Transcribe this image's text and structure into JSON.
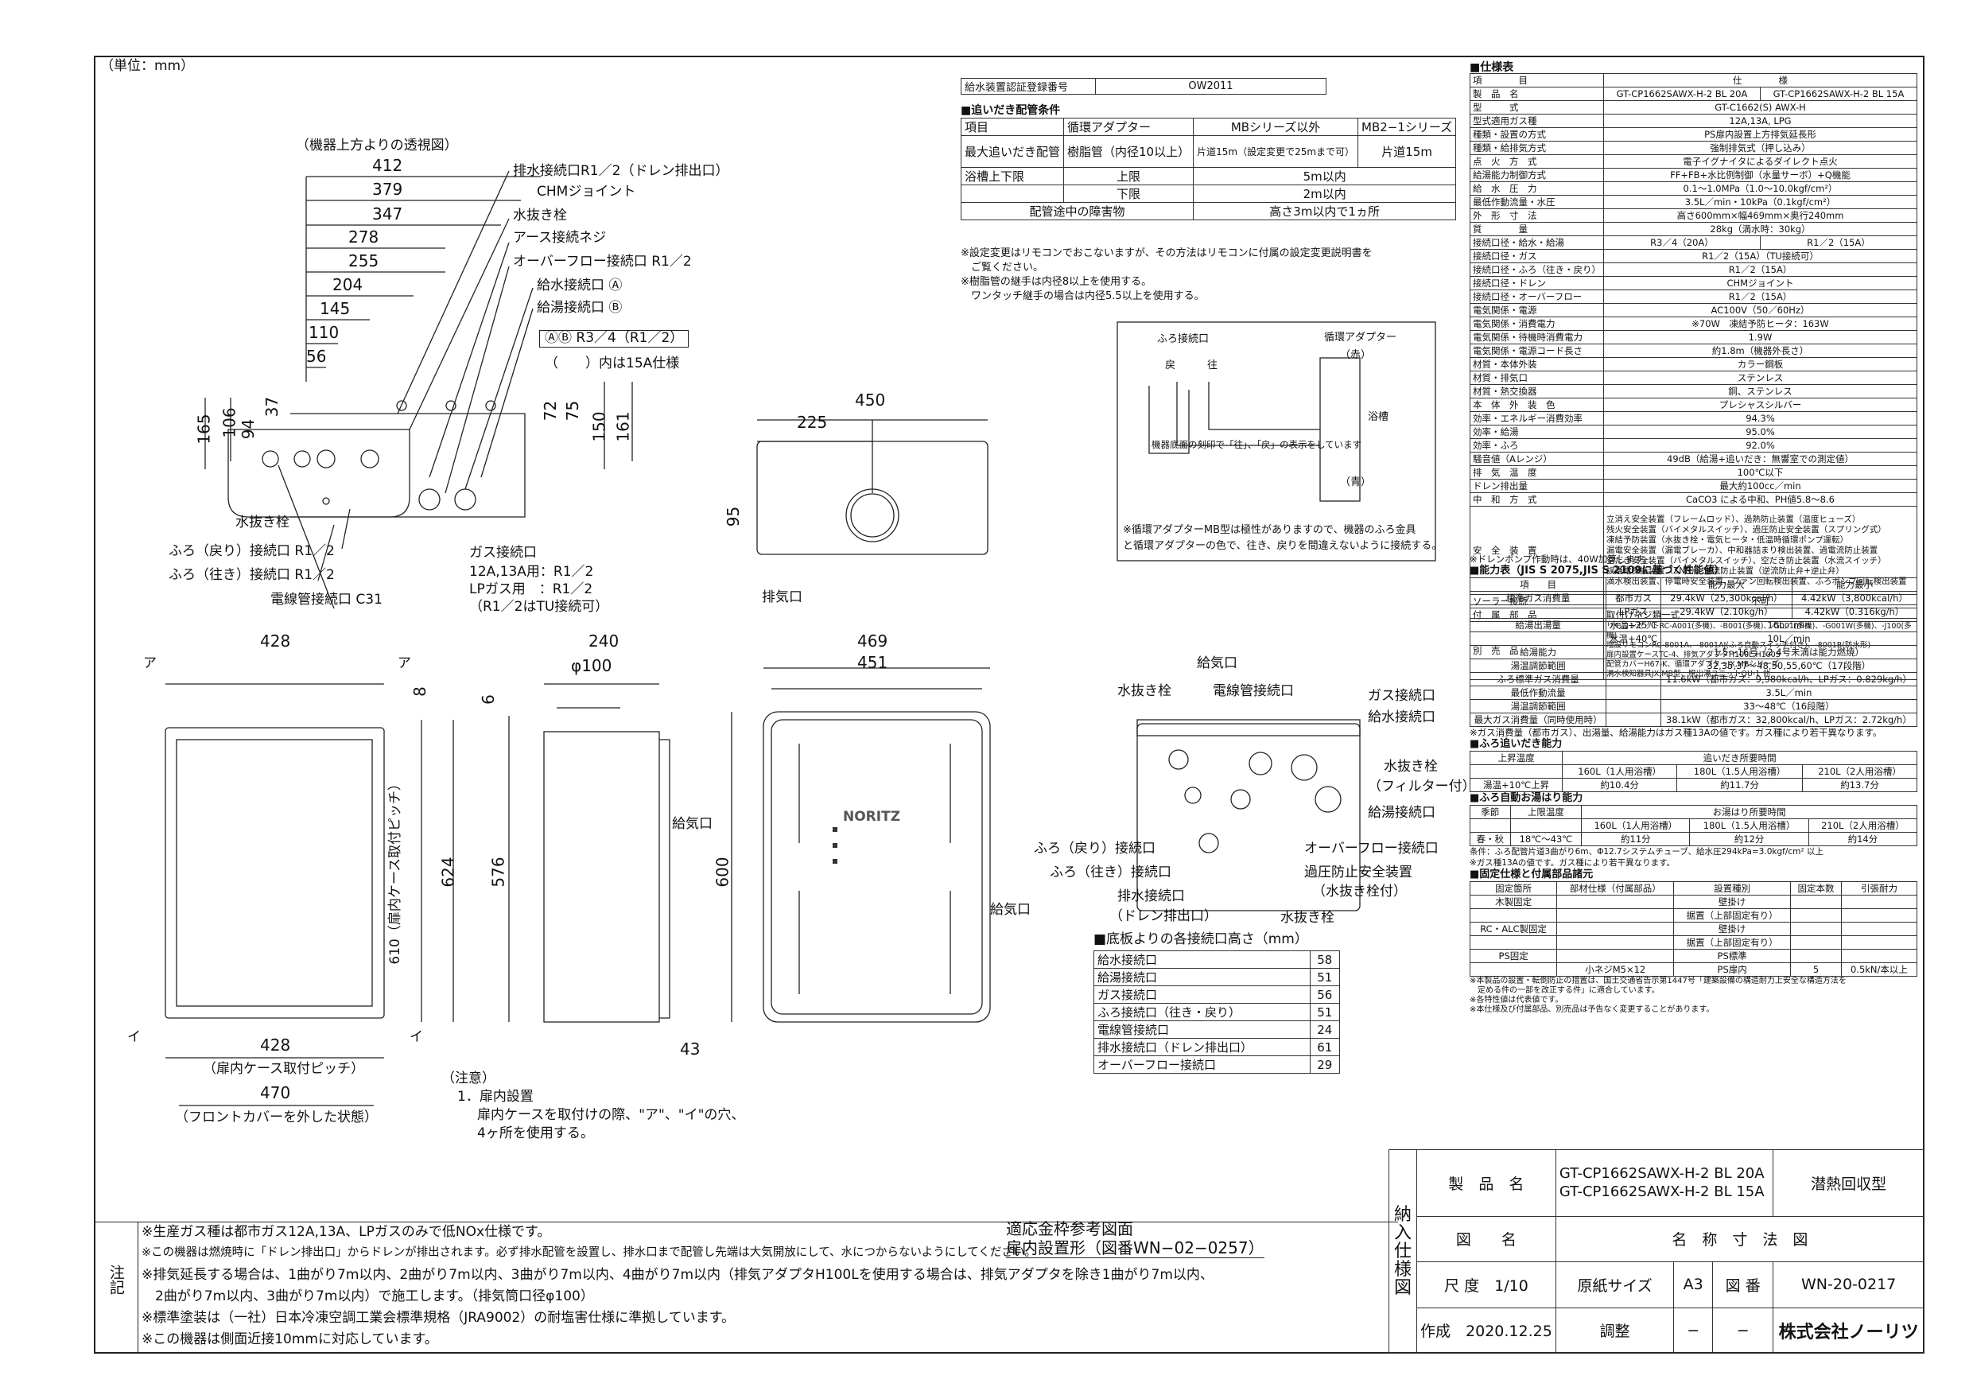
{
  "unit_label": "（単位：mm）",
  "top_view": {
    "caption": "（機器上方よりの透視図）",
    "dims_top": [
      "412",
      "379",
      "347",
      "278",
      "255",
      "204",
      "145",
      "110",
      "56"
    ],
    "dims_left": [
      "165",
      "106",
      "94",
      "37"
    ],
    "dims_right": [
      "72",
      "75",
      "150",
      "161"
    ],
    "conn_labels": [
      "排水接続口R1／2（ドレン排出口）",
      "CHMジョイント",
      "水抜き栓",
      "アース接続ネジ",
      "オーバーフロー接続口 R1／2",
      "給水接続口 Ⓐ",
      "給湯接続口 Ⓑ"
    ],
    "ab_note": "ⒶⒷ R3／4（R1／2）",
    "ab_note2": "（　　）内は15A仕様",
    "left_labels": [
      "水抜き栓",
      "ふろ（戻り）接続口 R1／2",
      "ふろ（往き）接続口 R1／2",
      "電線管接続口 C31"
    ],
    "gas_label": "ガス接続口",
    "gas_lines": [
      "12A,13A用：R1／2",
      "LPガス用　：R1／2",
      "（R1／2はTU接続可）"
    ]
  },
  "exhaust_view": {
    "dims": [
      "450",
      "225",
      "95"
    ],
    "label": "排気口"
  },
  "case_view": {
    "dims": [
      "428",
      "ア",
      "ア",
      "8",
      "624",
      "610（扉内ケース取付ピッチ）",
      "イ",
      "イ"
    ],
    "bottom_dim": "428",
    "bottom_caption": "（扉内ケース取付ピッチ）",
    "width": "470",
    "caption": "（フロントカバーを外した状態）"
  },
  "side_view": {
    "dims": [
      "240",
      "φ100",
      "6",
      "576",
      "43"
    ],
    "label": "給気口"
  },
  "front_view": {
    "dims": [
      "469",
      "451",
      "600"
    ],
    "brand": "NORITZ",
    "label": "給気口"
  },
  "bottom_view": {
    "labels_top": [
      "給気口",
      "水抜き栓",
      "電線管接続口",
      "ガス接続口",
      "給水接続口",
      "水抜き栓",
      "（フィルター付）",
      "給湯接続口"
    ],
    "labels_left": [
      "ふろ（戻り）接続口",
      "ふろ（往き）接続口",
      "排水接続口",
      "（ドレン排出口）"
    ],
    "labels_right": [
      "オーバーフロー接続口",
      "過圧防止安全装置",
      "（水抜き栓付）",
      "水抜き栓"
    ]
  },
  "heights_table": {
    "title": "■底板よりの各接続口高さ（mm）",
    "rows": [
      [
        "給水接続口",
        "58"
      ],
      [
        "給湯接続口",
        "51"
      ],
      [
        "ガス接続口",
        "56"
      ],
      [
        "ふろ接続口（往き・戻り）",
        "51"
      ],
      [
        "電線管接続口",
        "24"
      ],
      [
        "排水接続口（ドレン排出口）",
        "61"
      ],
      [
        "オーバーフロー接続口",
        "29"
      ]
    ]
  },
  "notes_mid": {
    "title": "（注意）",
    "lines": [
      "1．扉内設置",
      "扉内ケースを取付けの際、\"ア\"、\"イ\"の穴、",
      "4ヶ所を使用する。"
    ]
  },
  "approval": {
    "label": "給水装置認証登録番号",
    "value": "OW2011"
  },
  "piping": {
    "title": "■追いだき配管条件",
    "head": [
      "項目",
      "循環アダプター",
      "MBシリーズ以外",
      "MB2−1シリーズ"
    ],
    "rows": [
      [
        "最大追いだき配管",
        "樹脂管（内径10以上）",
        "片道15m（設定変更で25mまで可）",
        "片道15m"
      ],
      [
        "浴槽上下限",
        "上限",
        "5m以内",
        ""
      ],
      [
        "",
        "下限",
        "2m以内",
        ""
      ],
      [
        "配管途中の障害物",
        "",
        "高さ3m以内で1ヵ所",
        ""
      ]
    ],
    "notes": [
      "※設定変更はリモコンでおこないますが、その方法はリモコンに付属の設定変更説明書を",
      "　ご覧ください。",
      "※樹脂管の継手は内径8以上を使用する。",
      "　ワンタッチ継手の場合は内径5.5以上を使用する。"
    ]
  },
  "adapter": {
    "labels": [
      "ふろ接続口",
      "循環アダプター",
      "（赤）",
      "浴槽",
      "（青）",
      "戻",
      "往",
      "機器底面の刻印で「往」、「戻」の表示をしています"
    ],
    "note": [
      "※循環アダプターMB型は極性がありますので、機器のふろ金具",
      "と循環アダプターの色で、往き、戻りを間違えないように接続する。"
    ]
  },
  "spec": {
    "title": "■仕様表",
    "rows": [
      [
        "項　　　　目",
        "仕　　　　様",
        ""
      ],
      [
        "製　品　名",
        "GT-CP1662SAWX-H-2 BL 20A",
        "GT-CP1662SAWX-H-2 BL 15A"
      ],
      [
        "型　　　式",
        "GT-C1662(S) AWX-H",
        ""
      ],
      [
        "型式適用ガス種",
        "12A,13A, LPG",
        ""
      ],
      [
        "種類・設置の方式",
        "PS扉内設置上方排気延長形",
        ""
      ],
      [
        "種類・給排気方式",
        "強制排気式（押し込み）",
        ""
      ],
      [
        "点　火　方　式",
        "電子イグナイタによるダイレクト点火",
        ""
      ],
      [
        "給湯能力制御方式",
        "FF+FB+水比例制御（水量サーボ）+Q機能",
        ""
      ],
      [
        "給　水　圧　力",
        "0.1〜1.0MPa（1.0〜10.0kgf/cm²）",
        ""
      ],
      [
        "最低作動流量・水圧",
        "3.5L／min・10kPa（0.1kgf/cm²）",
        ""
      ],
      [
        "外　形　寸　法",
        "高さ600mm×幅469mm×奥行240mm",
        ""
      ],
      [
        "質　　　　量",
        "28kg（満水時：30kg）",
        ""
      ],
      [
        "接続口径・給水・給湯",
        "R3／4（20A）",
        "R1／2（15A）"
      ],
      [
        "接続口径・ガス",
        "R1／2（15A）（TU接続可）",
        ""
      ],
      [
        "接続口径・ふろ（往き・戻り）",
        "R1／2（15A）",
        ""
      ],
      [
        "接続口径・ドレン",
        "CHMジョイント",
        ""
      ],
      [
        "接続口径・オーバーフロー",
        "R1／2（15A）",
        ""
      ],
      [
        "電気関係・電源",
        "AC100V（50／60Hz）",
        ""
      ],
      [
        "電気関係・消費電力",
        "※70W　凍結予防ヒータ：163W",
        ""
      ],
      [
        "電気関係・待機時消費電力",
        "1.9W",
        ""
      ],
      [
        "電気関係・電源コード長さ",
        "約1.8m（機器外長さ）",
        ""
      ],
      [
        "材質・本体外装",
        "カラー鋼板",
        ""
      ],
      [
        "材質・排気口",
        "ステンレス",
        ""
      ],
      [
        "材質・熱交換器",
        "銅、ステンレス",
        ""
      ],
      [
        "本　体　外　装　色",
        "プレシャスシルバー",
        ""
      ],
      [
        "効率・エネルギー消費効率",
        "94.3%",
        ""
      ],
      [
        "効率・給湯",
        "95.0%",
        ""
      ],
      [
        "効率・ふろ",
        "92.0%",
        ""
      ],
      [
        "騒音値（Aレンジ）",
        "49dB（給湯+追いだき：無響室での測定値）",
        ""
      ],
      [
        "排　気　温　度",
        "100℃以下",
        ""
      ],
      [
        "ドレン排出量",
        "最大約100cc／min",
        ""
      ],
      [
        "中　和　方　式",
        "CaCO3 による中和、PH値5.8〜8.6",
        ""
      ]
    ],
    "safety_label": "安　全　装　置",
    "safety": [
      "立消え安全装置（フレームロッド）、過熱防止装置（温度ヒューズ）",
      "残火安全装置（バイメタルスイッチ）、過圧防止安全装置（スプリング式）",
      "凍結予防装置（水抜き栓・電気ヒータ・低温時循環ポンプ運転）",
      "漏電安全装置（漏電ブレーカ）、中和器詰まり検出装置、過電流防止装置",
      "空だき安全装置（バイメタルスイッチ）、空だき防止装置（水流スイッチ）",
      "誤通電保護装置（ZNR）、逆流防止装置（逆流防止弁+逆止弁）",
      "満水検出装置、停電時安全装置、ファン回転検出装置、ふろポンプ回転検出装置"
    ],
    "solar": [
      "ソーラー接続",
      "不可"
    ],
    "fittings": [
      "付　属　部　品",
      "取付けネジ類一式"
    ],
    "options_label": "別　売　品",
    "options": [
      "リモコンセットRC-A001(多機)、-B001(多機)、-G001(多機)、-G001W(多機)、-J100(多機)",
      "増設リモコンRC-8001A、-8001AJ(ふろ自動スイッチ付き)、-8001B(防水形)",
      "扉内設置ケースTC-4、排気アダプタH100L,H100S",
      "配管カバーH67-K、循環アダプターJX,MBシリーズ",
      "満水検知器具JX,MB型、脱出湯ユニットQU-1 他"
    ],
    "pump_note": "※ドレンポンプ作動時は、40W加算します。"
  },
  "capacity": {
    "title": "■能力表（JIS S 2075,JIS S 2109に基づく性能値）",
    "rows": [
      [
        "項　　目",
        "",
        "能力最大",
        "能力最小"
      ],
      [
        "標準ガス消費量",
        "都市ガス",
        "29.4kW（25,300kcal/h）",
        "4.42kW（3,800kcal/h）"
      ],
      [
        "",
        "LPガス",
        "29.4kW（2.10kg/h）",
        "4.42kW（0.316kg/h）"
      ],
      [
        "給湯出湯量",
        "水温+25℃",
        "16L／min",
        ""
      ],
      [
        "",
        "水温+40℃",
        "10L／min",
        ""
      ],
      [
        "給湯能力",
        "",
        "1.5〜16号（2.4号未満は能力燃焼）",
        ""
      ],
      [
        "湯温調節範囲",
        "",
        "32,35,37〜48,50,55,60℃（17段階）",
        ""
      ],
      [
        "ふろ標準ガス消費量",
        "",
        "11.6kW（都市ガス：9,980kcal/h、LPガス：0.829kg/h）",
        ""
      ],
      [
        "最低作動流量",
        "",
        "3.5L／min",
        ""
      ],
      [
        "湯温調節範囲",
        "",
        "33〜48℃（16段階）",
        ""
      ],
      [
        "最大ガス消費量（同時使用時）",
        "",
        "38.1kW（都市ガス：32,800kcal/h、LPガス：2.72kg/h）",
        ""
      ]
    ],
    "note": "※ガス消費量（都市ガス）、出湯量、給湯能力はガス種13Aの値です。ガス種により若干異なります。"
  },
  "reheat": {
    "title": "■ふろ追いだき能力",
    "head": [
      "上昇温度",
      "追いだき所要時間"
    ],
    "cols": [
      "160L（1人用浴槽）",
      "180L（1.5人用浴槽）",
      "210L（2人用浴槽）"
    ],
    "row": [
      "湯温+10℃上昇",
      "約10.4分",
      "約11.7分",
      "約13.7分"
    ]
  },
  "autofill": {
    "title": "■ふろ自動お湯はり能力",
    "head": [
      "季節",
      "上限温度",
      "お湯はり所要時間"
    ],
    "cols": [
      "160L（1人用浴槽）",
      "180L（1.5人用浴槽）",
      "210L（2人用浴槽）"
    ],
    "row": [
      "春・秋",
      "18℃〜43℃",
      "約11分",
      "約12分",
      "約14分"
    ],
    "notes": [
      "条件：ふろ配管片道3曲がり6m、Φ12.7システムチューブ、給水圧294kPa=3.0kgf/cm² 以上",
      "※ガス種13Aの値です。ガス種により若干異なります。"
    ]
  },
  "fixing": {
    "title": "■固定仕様と付属部品諸元",
    "head": [
      "固定箇所",
      "部材仕様（付属部品）",
      "設置種別",
      "固定本数",
      "引張耐力"
    ],
    "rows": [
      [
        "木製固定",
        "",
        "壁掛け",
        "",
        ""
      ],
      [
        "",
        "",
        "据置（上部固定有り）",
        "",
        ""
      ],
      [
        "RC・ALC製固定",
        "",
        "壁掛け",
        "",
        ""
      ],
      [
        "",
        "",
        "据置（上部固定有り）",
        "",
        ""
      ],
      [
        "PS固定",
        "",
        "PS標準",
        "",
        ""
      ],
      [
        "",
        "小ネジM5×12",
        "PS扉内",
        "5",
        "0.5kN/本以上"
      ]
    ],
    "notes": [
      "※本製品の設置・転倒防止の措置は、国土交通省告示第1447号「建築設備の構造耐力上安全な構造方法を",
      "　定める件の一部を改正する件」に適合しています。",
      "※各特性値は代表値です。"
    ],
    "footnote": "※本仕様及び付属部品、別売品は予告なく変更することがあります。"
  },
  "bottom_notes": {
    "label": "注記",
    "lines": [
      "※生産ガス種は都市ガス12A,13A、LPガスのみで低NOx仕様です。",
      "※この機器は燃焼時に「ドレン排出口」からドレンが排出されます。必ず排水配管を設置し、排水口まで配管し先端は大気開放にして、水につからないようにしてください。",
      "※排気延長する場合は、1曲がり7m以内、2曲がり7m以内、3曲がり7m以内、4曲がり7m以内（排気アダプタH100Lを使用する場合は、排気アダプタを除き1曲がり7m以内、",
      "　2曲がり7m以内、3曲がり7m以内）で施工します。（排気筒口径φ100）",
      "※標準塗装は（一社）日本冷凍空調工業会標準規格（JRA9002）の耐塩害仕様に準拠しています。",
      "※この機器は側面近接10mmに対応しています。"
    ],
    "ref_title": "適応金枠参考図面",
    "ref_line": "扉内設置形（図番WN−02−0257）"
  },
  "title_block": {
    "side": [
      "納",
      "入",
      "仕",
      "様",
      "図"
    ],
    "product_label": "製　品　名",
    "products": [
      "GT-CP1662SAWX-H-2 BL 20A",
      "GT-CP1662SAWX-H-2 BL 15A"
    ],
    "type_label": "潜熱回収型",
    "drawing_label": "図　　名",
    "drawing_name": "名　称　寸　法　図",
    "scale_label": "尺 度",
    "scale": "1/10",
    "paper_label": "原紙サイズ",
    "paper": "A3",
    "num_label": "図 番",
    "num": "WN-20-0217",
    "made_label": "作成",
    "date": "2020.12.25",
    "adj_label": "調整",
    "adj1": "−",
    "adj2": "−",
    "company": "株式会社ノーリツ"
  }
}
